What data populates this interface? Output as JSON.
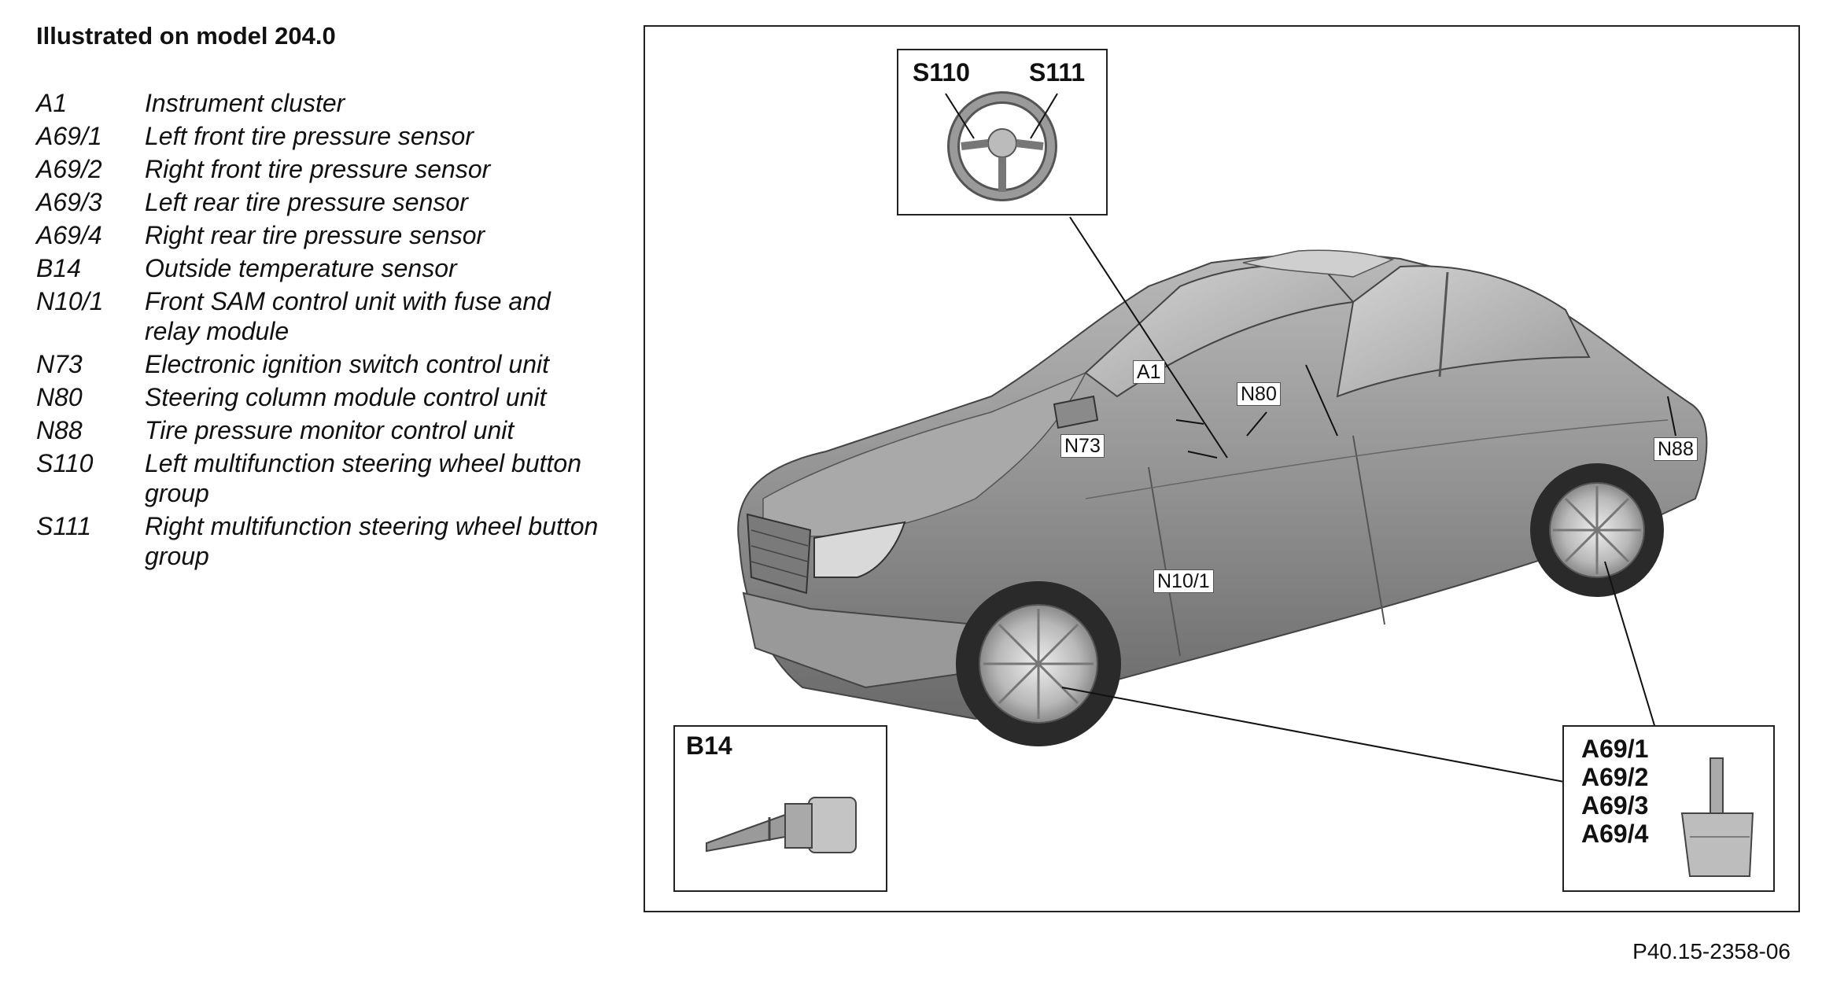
{
  "title": "Illustrated on model 204.0",
  "legend": [
    {
      "code": "A1",
      "desc": "Instrument cluster"
    },
    {
      "code": "A69/1",
      "desc": "Left front tire pressure sensor"
    },
    {
      "code": "A69/2",
      "desc": "Right front tire pressure sensor"
    },
    {
      "code": "A69/3",
      "desc": "Left rear tire pressure sensor"
    },
    {
      "code": "A69/4",
      "desc": "Right rear tire pressure sensor"
    },
    {
      "code": "B14",
      "desc": "Outside temperature sensor"
    },
    {
      "code": "N10/1",
      "desc": "Front SAM control unit with fuse and relay module"
    },
    {
      "code": "N73",
      "desc": "Electronic ignition switch control unit"
    },
    {
      "code": "N80",
      "desc": "Steering column module control unit"
    },
    {
      "code": "N88",
      "desc": "Tire pressure monitor control unit"
    },
    {
      "code": "S110",
      "desc": "Left multifunction steering wheel button group"
    },
    {
      "code": "S111",
      "desc": "Right multifunction steering wheel button group"
    }
  ],
  "insets": {
    "steering": {
      "left": "S110",
      "right": "S111"
    },
    "b14": "B14",
    "tire": [
      "A69/1",
      "A69/2",
      "A69/3",
      "A69/4"
    ]
  },
  "callouts": {
    "a1": "A1",
    "n80": "N80",
    "n73": "N73",
    "n88": "N88",
    "n101": "N10/1"
  },
  "reference": "P40.15-2358-06"
}
